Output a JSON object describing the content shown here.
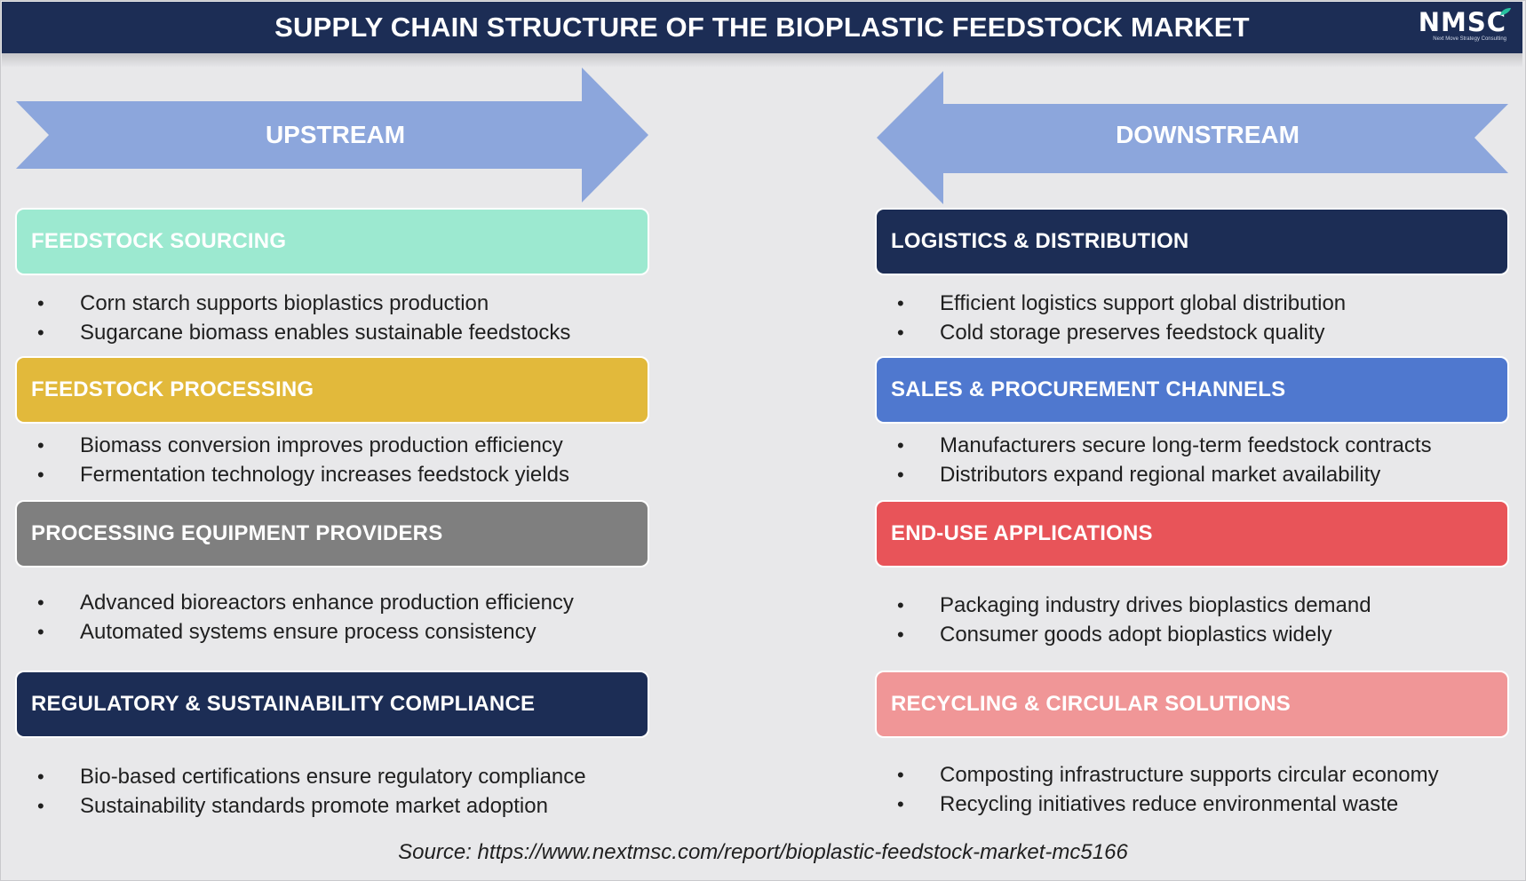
{
  "title": "SUPPLY CHAIN STRUCTURE OF THE BIOPLASTIC FEEDSTOCK MARKET",
  "logo": {
    "mark": "NMSC",
    "tagline": "Next Move Strategy Consulting"
  },
  "colors": {
    "header": "#1c2d55",
    "arrow": "#8ca6dc",
    "mint": "#9ce9d0",
    "gold": "#e2b93b",
    "gray": "#7f7f7f",
    "navy": "#1c2d55",
    "blue": "#4f78cf",
    "red": "#e85459",
    "pink": "#f09697"
  },
  "upstream": {
    "label": "UPSTREAM",
    "sections": [
      {
        "heading": "FEEDSTOCK SOURCING",
        "color": "mint",
        "bullets": [
          "Corn starch supports bioplastics production",
          "Sugarcane biomass enables sustainable feedstocks"
        ]
      },
      {
        "heading": "FEEDSTOCK PROCESSING",
        "color": "gold",
        "bullets": [
          "Biomass conversion improves production efficiency",
          "Fermentation technology increases feedstock yields"
        ]
      },
      {
        "heading": "PROCESSING EQUIPMENT PROVIDERS",
        "color": "gray",
        "bullets": [
          "Advanced bioreactors enhance production efficiency",
          "Automated systems ensure process consistency"
        ]
      },
      {
        "heading": "REGULATORY & SUSTAINABILITY COMPLIANCE",
        "color": "navy",
        "bullets": [
          "Bio-based certifications ensure regulatory compliance",
          "Sustainability standards promote market adoption"
        ]
      }
    ]
  },
  "downstream": {
    "label": "DOWNSTREAM",
    "sections": [
      {
        "heading": "LOGISTICS & DISTRIBUTION",
        "color": "navy",
        "bullets": [
          "Efficient logistics support global distribution",
          "Cold storage preserves feedstock quality"
        ]
      },
      {
        "heading": "SALES & PROCUREMENT CHANNELS",
        "color": "blue",
        "bullets": [
          "Manufacturers secure long-term feedstock contracts",
          "Distributors expand regional market availability"
        ]
      },
      {
        "heading": "END-USE APPLICATIONS",
        "color": "red",
        "bullets": [
          "Packaging industry drives bioplastics demand",
          "Consumer goods adopt bioplastics widely"
        ]
      },
      {
        "heading": "RECYCLING & CIRCULAR SOLUTIONS",
        "color": "pink",
        "bullets": [
          "Composting infrastructure supports circular economy",
          "Recycling initiatives reduce environmental waste"
        ]
      }
    ]
  },
  "source": "Source: https://www.nextmsc.com/report/bioplastic-feedstock-market-mc5166"
}
